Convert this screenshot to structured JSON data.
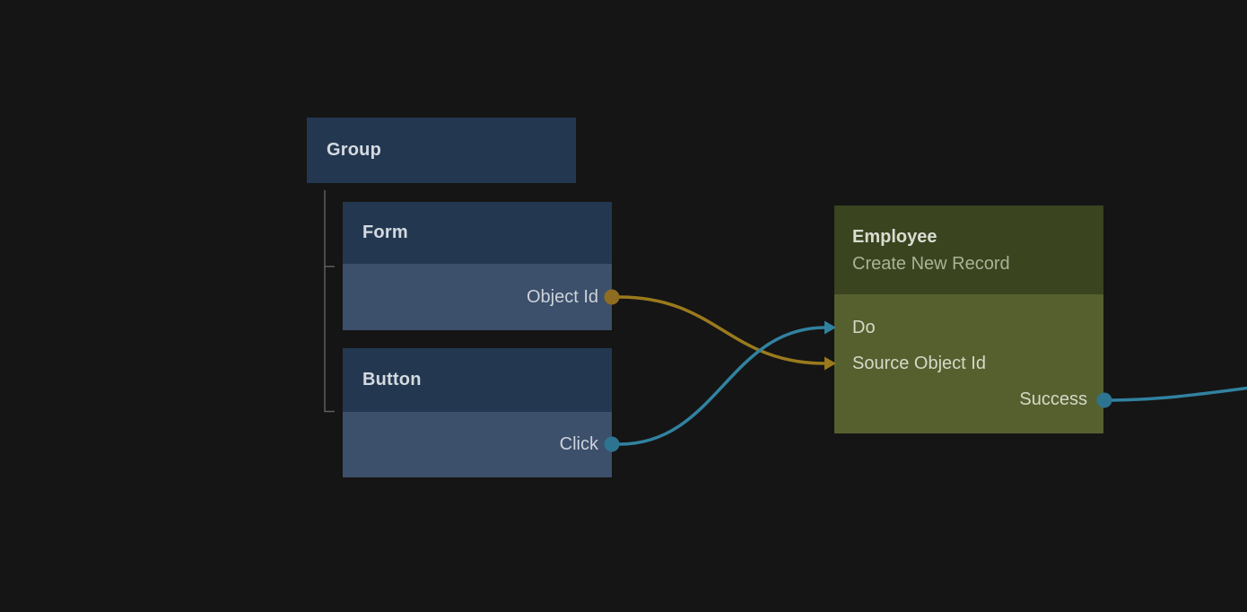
{
  "app": {
    "type": "flow-editor-canvas"
  },
  "colors": {
    "background": "#151515",
    "node_header_blue": "#233850",
    "node_port_row_blue": "#3c4f6b",
    "node_header_olive": "#3a441f",
    "node_body_olive": "#56602f",
    "wire_amber": "#9a7a1d",
    "wire_teal": "#3182a0",
    "port_amber": "#8f6d20",
    "port_teal": "#2d7490",
    "hierarchy_line": "#5f5f5f",
    "title_text": "#d5dae1",
    "subtitle_text": "#a9b397",
    "port_label_text": "#ccd3da"
  },
  "nodes": {
    "group": {
      "title": "Group"
    },
    "form": {
      "title": "Form",
      "output_label": "Object Id"
    },
    "button": {
      "title": "Button",
      "output_label": "Click"
    },
    "employee": {
      "title": "Employee",
      "subtitle": "Create New Record",
      "input_do": "Do",
      "input_source": "Source Object Id",
      "output_success": "Success"
    }
  },
  "connections": [
    {
      "from": "Form.Object Id",
      "to": "Employee.Source Object Id",
      "color": "#9a7a1d"
    },
    {
      "from": "Button.Click",
      "to": "Employee.Do",
      "color": "#3182a0"
    },
    {
      "from": "Employee.Success",
      "to": "offscreen-right",
      "color": "#3182a0"
    }
  ],
  "hierarchy": [
    {
      "parent": "Group",
      "child": "Form"
    },
    {
      "parent": "Group",
      "child": "Button"
    }
  ]
}
